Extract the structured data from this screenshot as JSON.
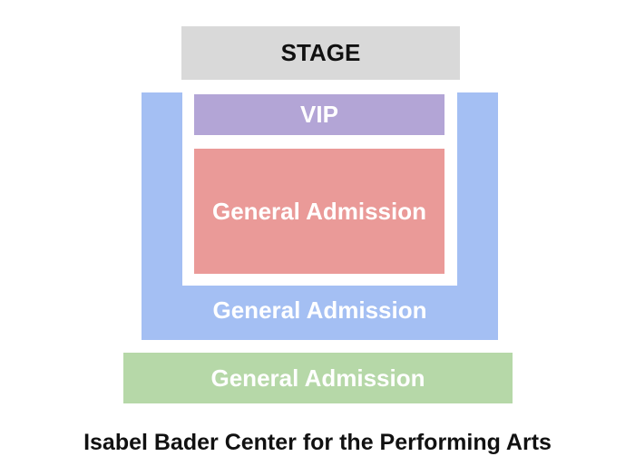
{
  "colors": {
    "stage_bg": "#d9d9d9",
    "stage_text": "#111111",
    "vip_bg": "#b3a5d6",
    "inner_ga_bg": "#ea9a98",
    "outer_ga_bg": "#a4bff3",
    "rear_ga_bg": "#b6d8a8",
    "zone_text": "#ffffff"
  },
  "seating_map": {
    "stage": {
      "label": "STAGE"
    },
    "vip": {
      "label": "VIP"
    },
    "inner_general_admission": {
      "label": "General Admission"
    },
    "outer_general_admission": {
      "label": "General Admission"
    },
    "rear_general_admission": {
      "label": "General Admission"
    }
  },
  "venue": {
    "name": "Isabel Bader Center for the Performing Arts"
  }
}
